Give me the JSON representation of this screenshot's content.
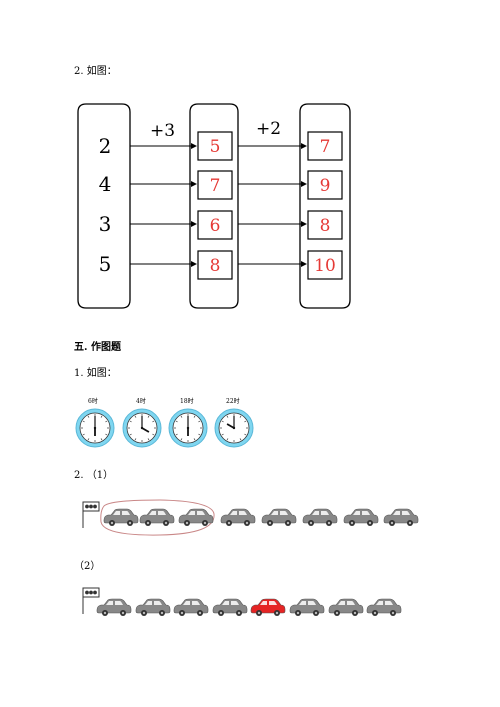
{
  "heading1": "2. 如图：",
  "section_title": "五. 作图题",
  "heading2": "1. 如图：",
  "heading3": "2. （1）",
  "heading4": "（2）",
  "diagram": {
    "op1": "+3",
    "op2": "+2",
    "inputs": [
      "2",
      "4",
      "3",
      "5"
    ],
    "middle": [
      "5",
      "7",
      "6",
      "8"
    ],
    "outputs": [
      "7",
      "9",
      "8",
      "10"
    ],
    "answer_color": "#e53935"
  },
  "clocks": [
    {
      "label": "6时",
      "hour": 6
    },
    {
      "label": "4时",
      "hour": 4
    },
    {
      "label": "18时",
      "hour": 18
    },
    {
      "label": "22时",
      "hour": 22
    }
  ],
  "cars_row1": {
    "count": 8,
    "circled_count": 3
  },
  "cars_row2": {
    "count": 8,
    "red_index": 4
  },
  "colors": {
    "clock_face": "#7fd6f0",
    "car_gray": "#888888",
    "car_red": "#e52424",
    "circle": "#c98787"
  }
}
